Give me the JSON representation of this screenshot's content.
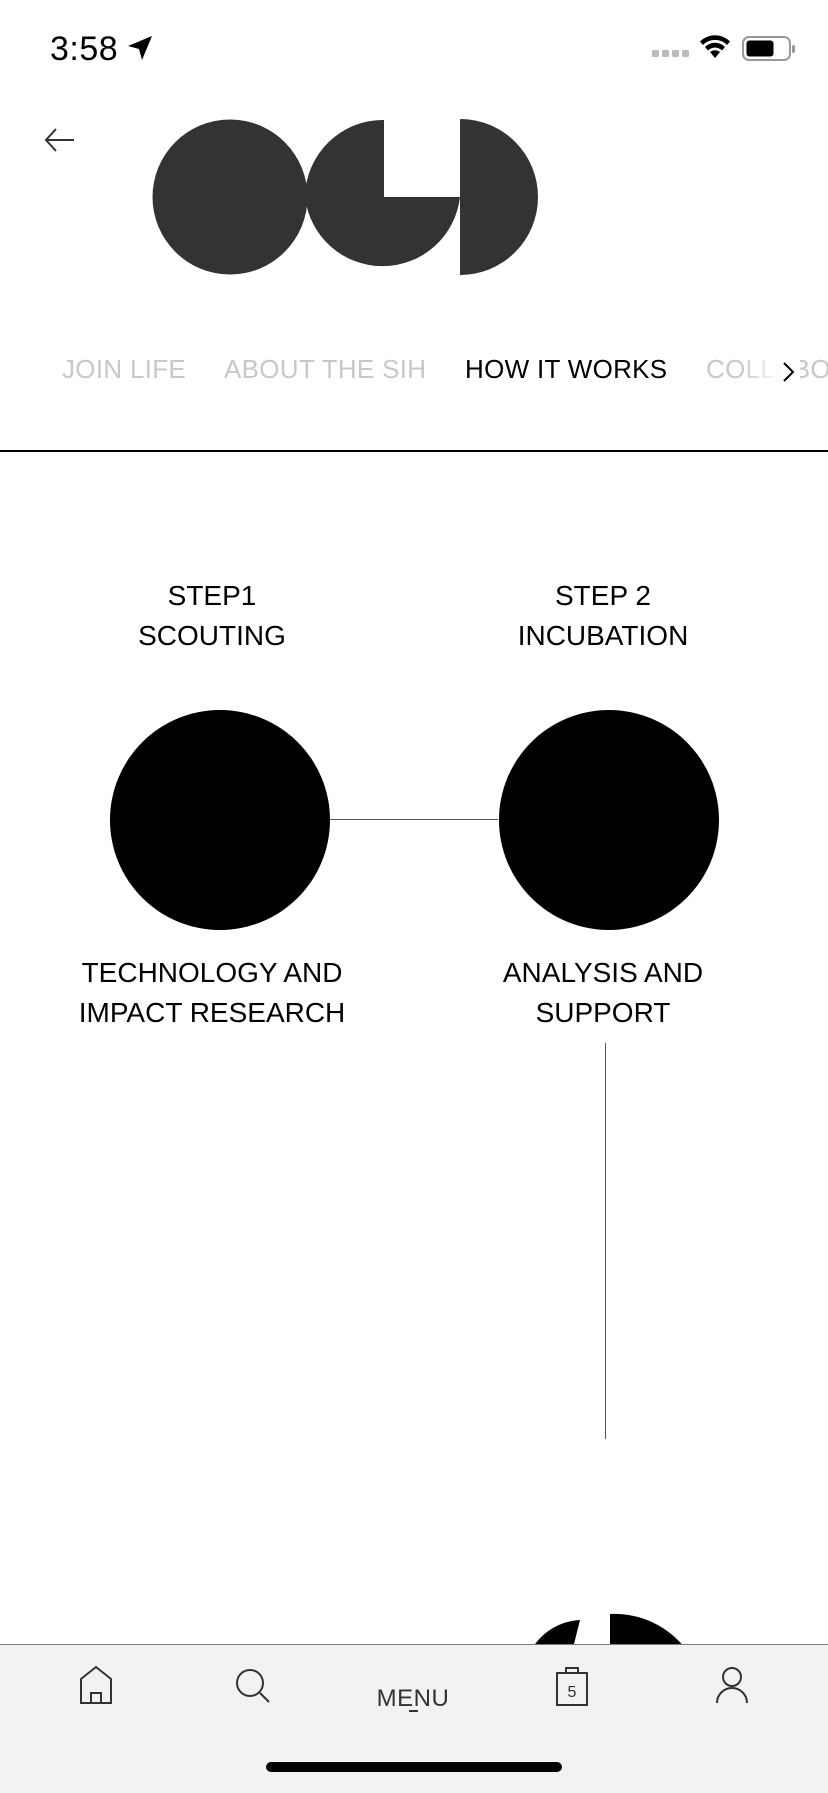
{
  "status_bar": {
    "time": "3:58",
    "icons": [
      "location-arrow-icon",
      "signal-icon",
      "wifi-icon",
      "battery-icon"
    ]
  },
  "header": {
    "back_icon": "arrow-left-icon",
    "logo_icon": "brand-logo-icon"
  },
  "tabs": [
    {
      "label": "JOIN LIFE",
      "active": false
    },
    {
      "label": "ABOUT THE SIH",
      "active": false
    },
    {
      "label": "HOW IT WORKS",
      "active": true
    },
    {
      "label": "COLLABORATIONS",
      "active": false
    }
  ],
  "steps": [
    {
      "title_line1": "STEP1",
      "title_line2": "SCOUTING",
      "desc_line1": "TECHNOLOGY AND",
      "desc_line2": "IMPACT RESEARCH"
    },
    {
      "title_line1": "STEP 2",
      "title_line2": "INCUBATION",
      "desc_line1": "ANALYSIS AND",
      "desc_line2": "SUPPORT"
    }
  ],
  "bottom_nav": {
    "menu_label": "MENU",
    "bag_count": "5",
    "icons": [
      "home-icon",
      "search-icon",
      "bag-icon",
      "user-icon"
    ]
  },
  "colors": {
    "logo": "#333333",
    "active_tab": "#000000",
    "inactive_tab": "#c8c8c8",
    "nav_bg": "#f2f2f2"
  }
}
